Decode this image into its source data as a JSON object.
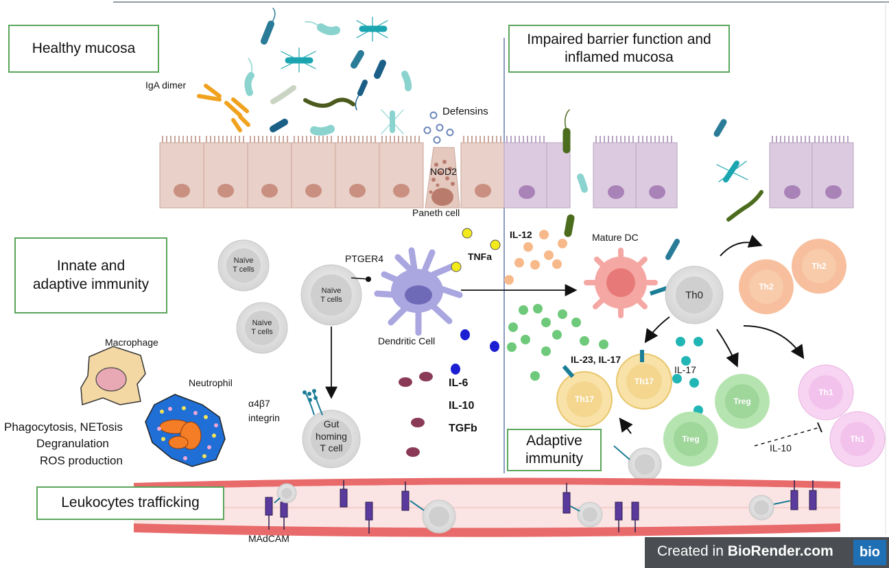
{
  "panels": {
    "healthy_mucosa": "Healthy mucosa",
    "impaired_barrier": "Impaired barrier function and inflamed mucosa",
    "innate_adaptive": "Innate and adaptive immunity",
    "adaptive_immunity": "Adaptive immunity",
    "leukocytes_trafficking": "Leukocytes trafficking"
  },
  "labels": {
    "iga_dimer": "IgA dimer",
    "defensins": "Defensins",
    "nod2": "NOD2",
    "paneth_cell": "Paneth cell",
    "ptger4": "PTGER4",
    "dendritic_cell": "Dendritic Cell",
    "macrophage": "Macrophage",
    "neutrophil": "Neutrophil",
    "innate_functions_1": "Phagocytosis, NETosis",
    "innate_functions_2": "Degranulation",
    "innate_functions_3": "ROS production",
    "integrin_1": "α4β7",
    "integrin_2": "integrin",
    "gut_homing_1": "Gut",
    "gut_homing_2": "homing",
    "gut_homing_3": "T cell",
    "madcam": "MAdCAM",
    "mature_dc": "Mature DC",
    "il12": "IL-12",
    "tnfa": "TNFa",
    "il6": "IL-6",
    "il10": "IL-10",
    "tgfb": "TGFb",
    "il23_il17": "IL-23, IL-17",
    "il17": "IL-17",
    "il10_inhibit": "IL-10",
    "naive_1": "Naïve",
    "naive_2": "T cells",
    "th0": "Th0",
    "th2": "Th2",
    "th17": "Th17",
    "treg": "Treg",
    "th1": "Th1"
  },
  "branding": {
    "created_in": "Created in ",
    "biorender": "BioRender.com",
    "logo": "bio"
  },
  "colors": {
    "panel_border": "#5aa55a",
    "healthy_epithelium": "#e8cfc6",
    "inflamed_epithelium": "#d9c8dc",
    "blood_vessel": "#e05a5a",
    "dendritic_cell": "#a9a6e0",
    "mature_dc": "#f5a7a3",
    "th2": "#f6b892",
    "th17": "#f4d68f",
    "treg": "#9fd69a",
    "th1": "#f3c2ec",
    "il12_dots": "#f8b98a",
    "il23_dots": "#6ec97a",
    "il17_dots": "#22b5b5",
    "tnfa_dots": "#f2ea1a",
    "il6_dots": "#1b1fd1",
    "tgfb_dots": "#8a3a57"
  }
}
